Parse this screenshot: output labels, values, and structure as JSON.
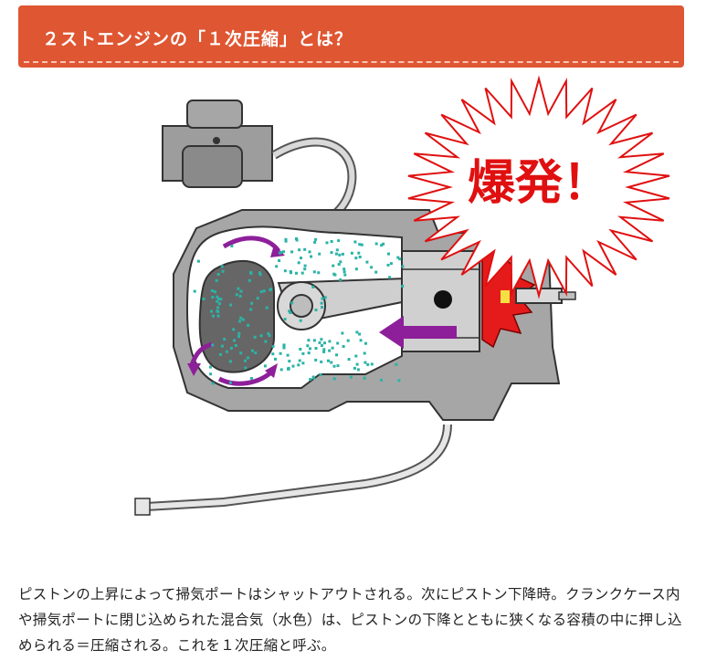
{
  "header": {
    "title": "２ストエンジンの「１次圧縮」とは？"
  },
  "diagram": {
    "burst_label": "爆発！",
    "colors": {
      "body": "#a6a6a6",
      "crankcase": "#ffffff",
      "mixture_dots": "#2ab3a6",
      "arrows": "#8e1f9a",
      "burst_text": "#e01010",
      "flame": "#e51b1b"
    }
  },
  "caption": {
    "text": "ピストンの上昇によって掃気ポートはシャットアウトされる。次にピストン下降時。クランクケース内や掃気ポートに閉じ込められた混合気（水色）は、ピストンの下降とともに狭くなる容積の中に押し込められる＝圧縮される。これを１次圧縮と呼ぶ。"
  }
}
